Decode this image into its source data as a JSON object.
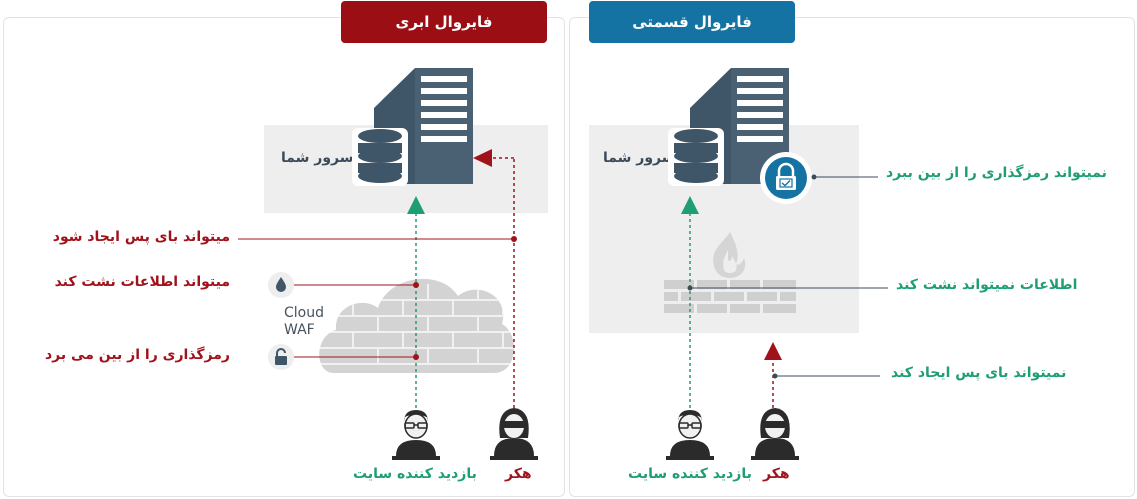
{
  "left": {
    "title": "فایروال ابری",
    "server_label": "سرور شما",
    "cloud_line1": "Cloud",
    "cloud_line2": "WAF",
    "statements": [
      "میتواند بای پس ایجاد شود",
      "میتواند اطلاعات نشت کند",
      "رمزگذاری را از بین می برد"
    ],
    "visitor_label": "بازدید کننده سایت",
    "hacker_label": "هکر"
  },
  "right": {
    "title": "فایروال قسمتی",
    "server_label": "سرور شما",
    "statements": [
      "نمیتواند رمزگذاری را از بین ببرد",
      "اطلاعات نمیتواند نشت کند",
      "نمیتواند بای پس ایجاد کند"
    ],
    "visitor_label": "بازدید کننده سایت",
    "hacker_label": "هکر"
  },
  "colors": {
    "cloud_header": "#9a0e14",
    "partial_header": "#1473a3",
    "red_text": "#a0131b",
    "green_text": "#1e9e73",
    "server": "#3f5568",
    "box_bg": "#eeeeee"
  }
}
